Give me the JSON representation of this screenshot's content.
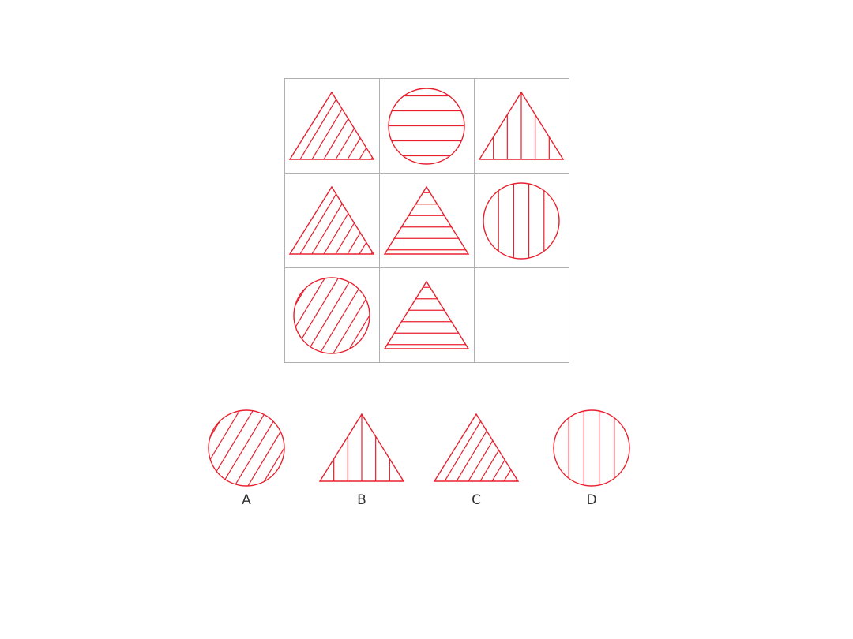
{
  "style": {
    "shape_color": "#e8202e",
    "grid_color": "#b0b0b0"
  },
  "puzzle": {
    "rows": 3,
    "cols": 3,
    "cells": [
      {
        "shape": "triangle",
        "hatch": "diagonal"
      },
      {
        "shape": "circle",
        "hatch": "horizontal"
      },
      {
        "shape": "triangle",
        "hatch": "vertical"
      },
      {
        "shape": "triangle",
        "hatch": "diagonal"
      },
      {
        "shape": "triangle",
        "hatch": "horizontal"
      },
      {
        "shape": "circle",
        "hatch": "vertical"
      },
      {
        "shape": "circle",
        "hatch": "diagonal"
      },
      {
        "shape": "triangle",
        "hatch": "horizontal"
      },
      {
        "shape": "blank",
        "hatch": "none"
      }
    ]
  },
  "options": [
    {
      "label": "A",
      "shape": "circle",
      "hatch": "diagonal"
    },
    {
      "label": "B",
      "shape": "triangle",
      "hatch": "vertical"
    },
    {
      "label": "C",
      "shape": "triangle",
      "hatch": "diagonal"
    },
    {
      "label": "D",
      "shape": "circle",
      "hatch": "vertical"
    }
  ]
}
